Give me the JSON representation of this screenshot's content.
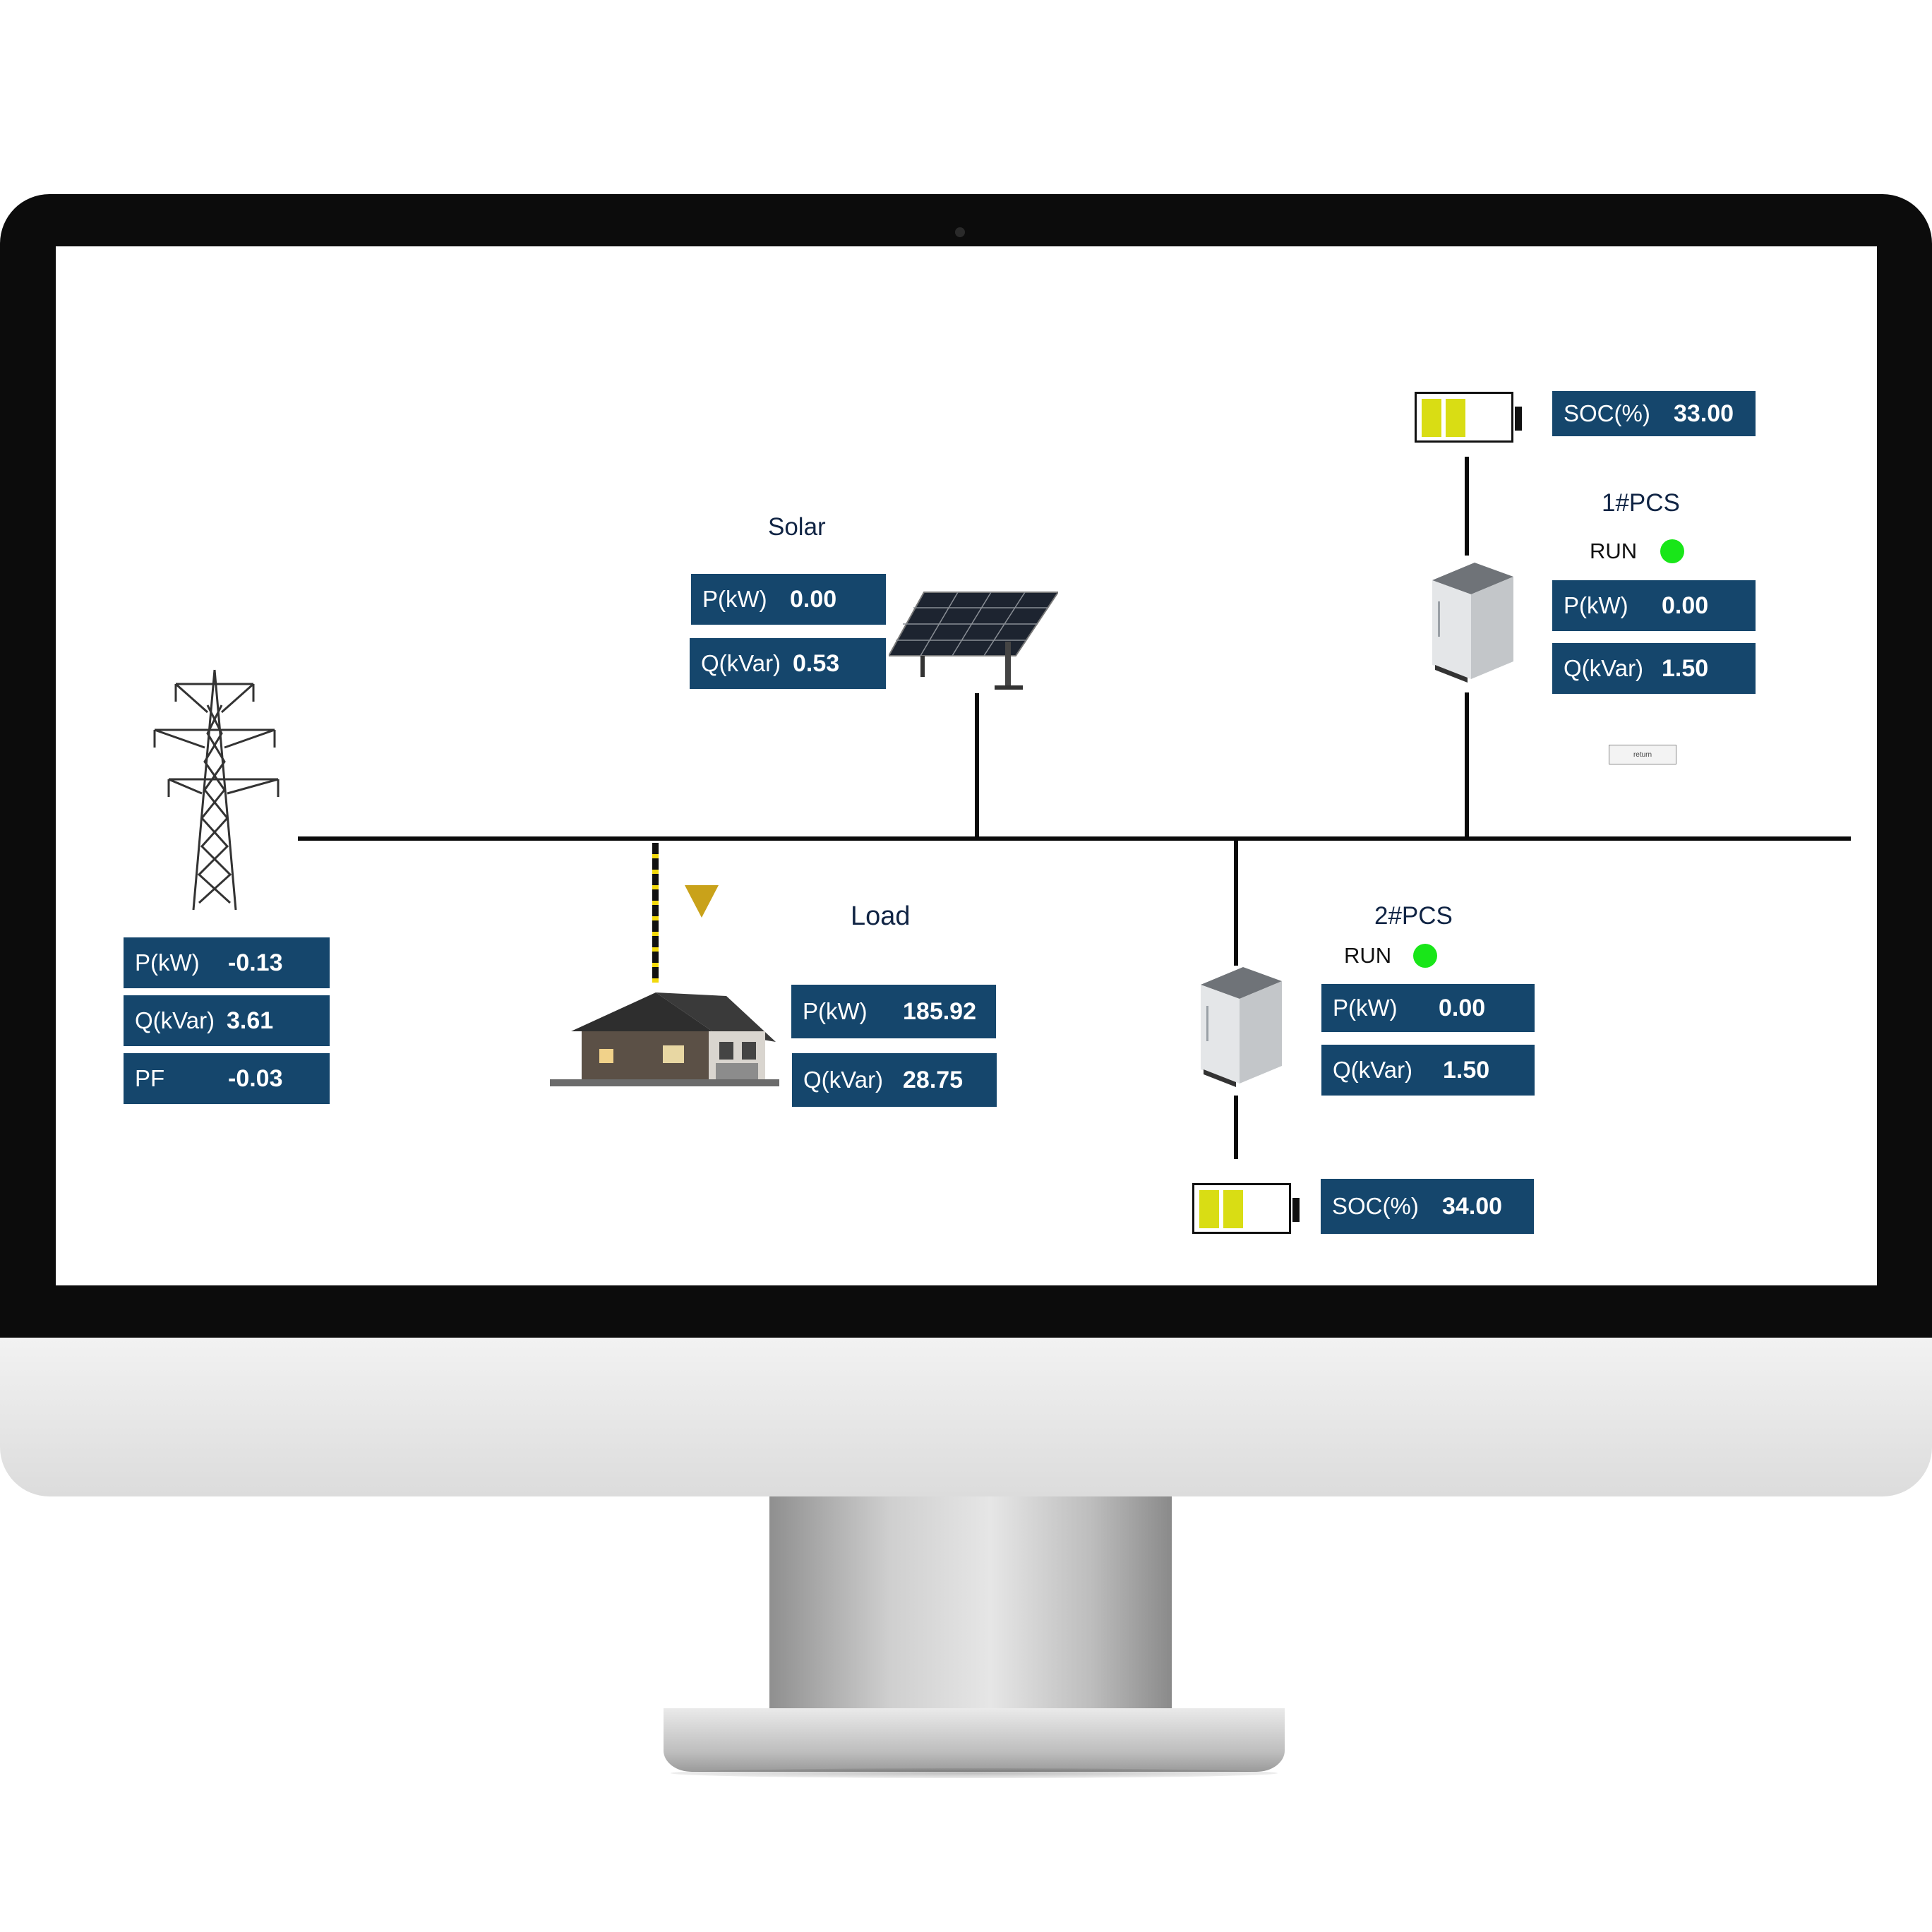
{
  "grid": {
    "rows": [
      {
        "label": "P(kW)",
        "value": "-0.13"
      },
      {
        "label": "Q(kVar)",
        "value": "3.61"
      },
      {
        "label": "PF",
        "value": "-0.03"
      }
    ],
    "icon": "transmission-tower-icon"
  },
  "solar": {
    "title": "Solar",
    "rows": [
      {
        "label": "P(kW)",
        "value": "0.00"
      },
      {
        "label": "Q(kVar)",
        "value": "0.53"
      }
    ],
    "icon": "solar-panel-icon"
  },
  "load": {
    "title": "Load",
    "rows": [
      {
        "label": "P(kW)",
        "value": "185.92"
      },
      {
        "label": "Q(kVar)",
        "value": "28.75"
      }
    ],
    "icon": "house-icon",
    "flow_indicator": "triangle-down-icon"
  },
  "pcs1": {
    "title": "1#PCS",
    "status": "RUN",
    "status_color": "#19e619",
    "soc": {
      "label": "SOC(%)",
      "value": "33.00"
    },
    "rows": [
      {
        "label": "P(kW)",
        "value": "0.00"
      },
      {
        "label": "Q(kVar)",
        "value": "1.50"
      }
    ],
    "icon": "pcs-cabinet-icon",
    "return_label": "return"
  },
  "pcs2": {
    "title": "2#PCS",
    "status": "RUN",
    "status_color": "#19e619",
    "soc": {
      "label": "SOC(%)",
      "value": "34.00"
    },
    "rows": [
      {
        "label": "P(kW)",
        "value": "0.00"
      },
      {
        "label": "Q(kVar)",
        "value": "1.50"
      }
    ],
    "icon": "pcs-cabinet-icon"
  },
  "colors": {
    "box_bg": "#15466c",
    "battery_cell": "#d9dd14",
    "flow_arrow": "#c9a21a",
    "bus": "#0a0a0a"
  }
}
